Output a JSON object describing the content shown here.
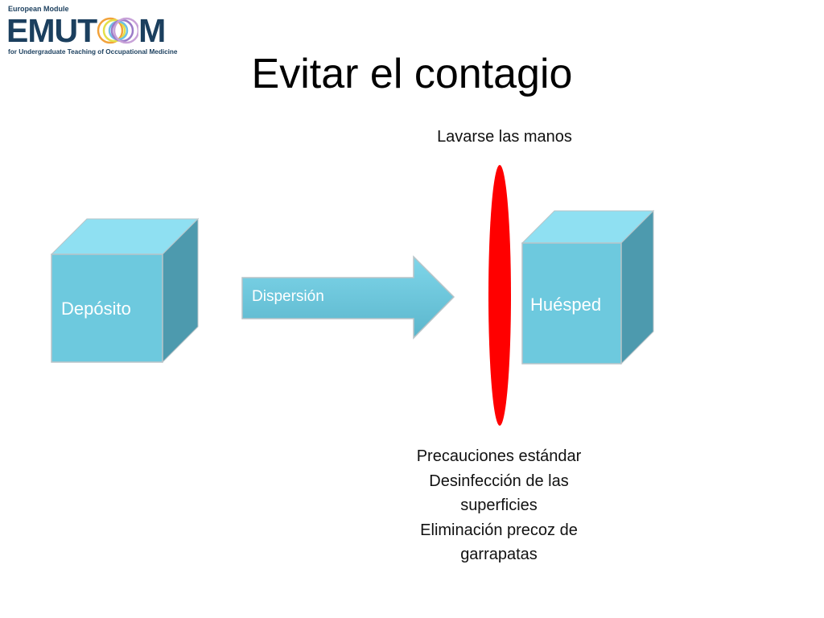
{
  "logo": {
    "top_text": "European Module",
    "word_start": "EMUT",
    "word_end": "M",
    "bottom_text": "for Undergraduate Teaching of Occupational Medicine"
  },
  "title": "Evitar el contagio",
  "diagram": {
    "source_box": "Depósito",
    "arrow_label": "Dispersión",
    "target_box": "Huésped",
    "barrier_top_label": "Lavarse las manos",
    "barrier_bottom_lines": [
      "Precauciones estándar",
      "Desinfección de las",
      "superficies",
      "Eliminación precoz de",
      "garrapatas"
    ],
    "colors": {
      "cube_front": "#6dc9de",
      "cube_top": "#8fe0f2",
      "cube_side": "#4d9aae",
      "barrier": "#ff0000"
    }
  }
}
